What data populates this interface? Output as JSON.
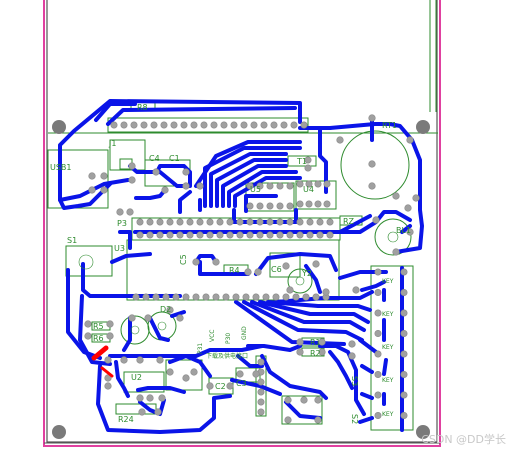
{
  "designators": {
    "r8": "R8",
    "j1": "J1",
    "c4": "C4",
    "c1": "C1",
    "usb1": "USB1",
    "u5": "U5",
    "u4": "U4",
    "t1": "T1",
    "rt1": "RT1",
    "rz": "RZ",
    "p3": "P3",
    "bl1": "BL1",
    "s1": "S1",
    "u3": "U3",
    "c5": "C5",
    "r4": "R4",
    "c6": "C6",
    "y2": "Y2",
    "d2": "D2",
    "r5": "R5",
    "r6": "R6",
    "r1": "R1",
    "r2": "R2",
    "c2": "C2",
    "c3": "C3",
    "u2": "U2",
    "r24": "R24",
    "s2": "S2",
    "s3": "S3",
    "key": "KEY",
    "vcc": "VCC",
    "gnd": "GND",
    "p30": "P30",
    "p31": "P31"
  },
  "annotations": {
    "download_port": "下载及供电接口"
  },
  "watermark": "CSDN @DD学长",
  "colors": {
    "board_edge": "#e040a0",
    "board_outline": "#555555",
    "copper": "#0a14e8",
    "silkscreen": "#2e8b2e",
    "pad": "#a0a0a0",
    "hole": "#7a7a7a",
    "red_marker": "#ff0000"
  }
}
